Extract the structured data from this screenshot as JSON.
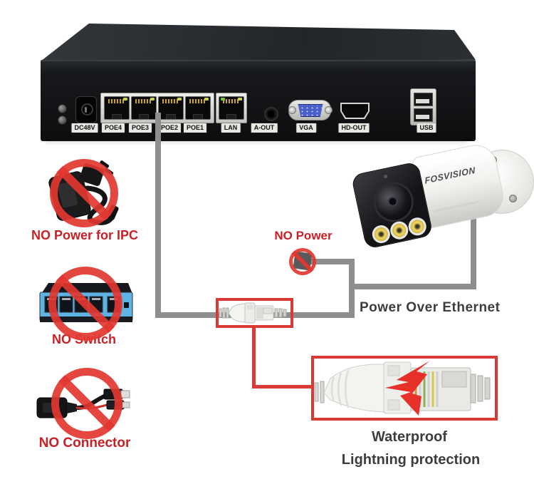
{
  "device": {
    "name": "NVR rear panel",
    "ports": [
      {
        "label": "DC48V",
        "type": "dc-power"
      },
      {
        "label": "POE4",
        "type": "rj45-poe"
      },
      {
        "label": "POE3",
        "type": "rj45-poe"
      },
      {
        "label": "POE2",
        "type": "rj45-poe"
      },
      {
        "label": "POE1",
        "type": "rj45-poe"
      },
      {
        "label": "LAN",
        "type": "rj45-lan"
      },
      {
        "label": "A-OUT",
        "type": "audio-jack"
      },
      {
        "label": "VGA",
        "type": "vga"
      },
      {
        "label": "HD-OUT",
        "type": "hdmi"
      },
      {
        "label": "USB",
        "type": "usb"
      }
    ]
  },
  "camera": {
    "brand": "FOSVISION"
  },
  "callouts": {
    "no_power_ipc": "NO Power for IPC",
    "no_switch": "NO Switch",
    "no_connector": "NO Connector",
    "no_power": "NO Power",
    "poe": "Power Over Ethernet",
    "waterproof": "Waterproof",
    "lightning": "Lightning protection"
  },
  "colors": {
    "warning_red": "#c92026",
    "prohibit_red": "#e23730",
    "highlight_red": "#d93a36",
    "cable_gray": "#8e8e8e",
    "text_dark": "#3d3d3d",
    "vga_blue": "#4a5fc9",
    "switch_blue": "#5cb3e4"
  }
}
